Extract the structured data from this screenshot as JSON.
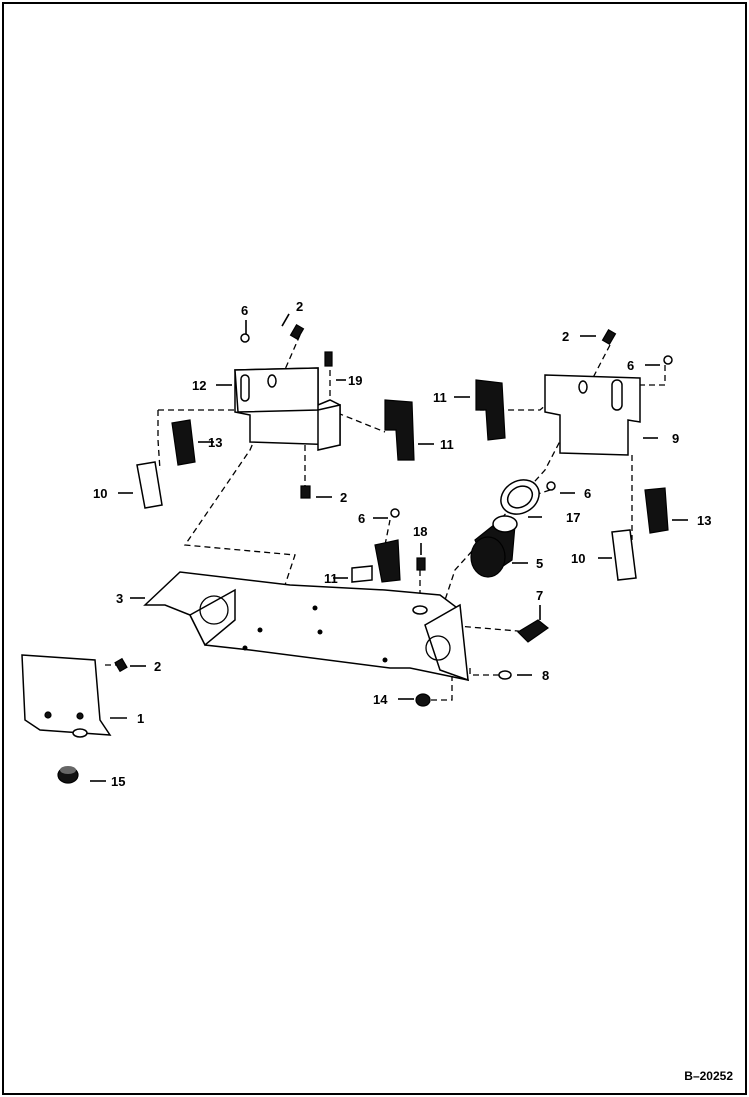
{
  "diagram": {
    "reference": "B–20252",
    "callouts": [
      "1",
      "2",
      "3",
      "5",
      "6",
      "7",
      "8",
      "9",
      "10",
      "11",
      "12",
      "13",
      "14",
      "15",
      "17",
      "18",
      "19"
    ]
  },
  "colors": {
    "ink": "#000000",
    "paper": "#ffffff"
  }
}
